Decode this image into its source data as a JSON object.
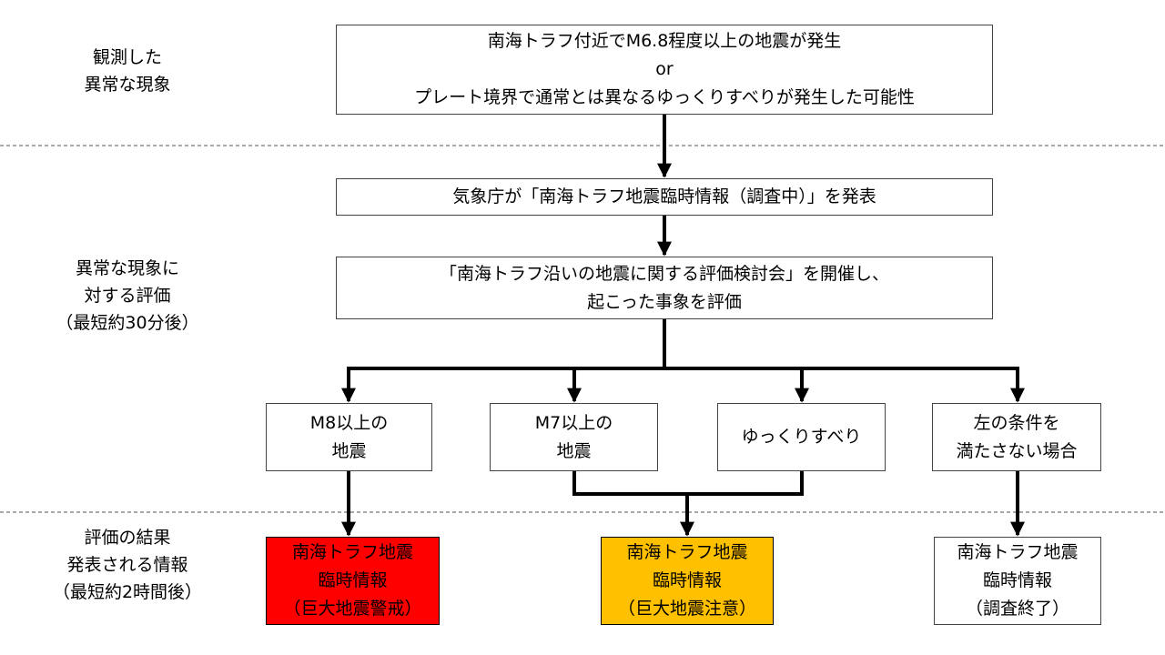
{
  "stage_labels": {
    "observed": [
      "観測した",
      "異常な現象"
    ],
    "evaluation": [
      "異常な現象に",
      "対する評価",
      "（最短約30分後）"
    ],
    "result": [
      "評価の結果",
      "発表される情報",
      "（最短約2時間後）"
    ]
  },
  "boxes": {
    "phenomenon": [
      "南海トラフ付近でM6.8程度以上の地震が発生",
      "or",
      "プレート境界で通常とは異なるゆっくりすべりが発生した可能性"
    ],
    "jma_issue": [
      "気象庁が「南海トラフ地震臨時情報（調査中）」を発表"
    ],
    "committee": [
      "「南海トラフ沿いの地震に関する評価検討会」を開催し、",
      "起こった事象を評価"
    ],
    "cond_m8": [
      "M8以上の",
      "地震"
    ],
    "cond_m7": [
      "M7以上の",
      "地震"
    ],
    "cond_slow_slip": [
      "ゆっくりすべり"
    ],
    "cond_other": [
      "左の条件を",
      "満たさない場合"
    ],
    "info_warning": [
      "南海トラフ地震",
      "臨時情報",
      "（巨大地震警戒）"
    ],
    "info_advisory": [
      "南海トラフ地震",
      "臨時情報",
      "（巨大地震注意）"
    ],
    "info_closed": [
      "南海トラフ地震",
      "臨時情報",
      "（調査終了）"
    ]
  },
  "colors": {
    "warning_fill": "#ff0000",
    "advisory_fill": "#ffc000",
    "line": "#000000",
    "divider": "#555555"
  }
}
